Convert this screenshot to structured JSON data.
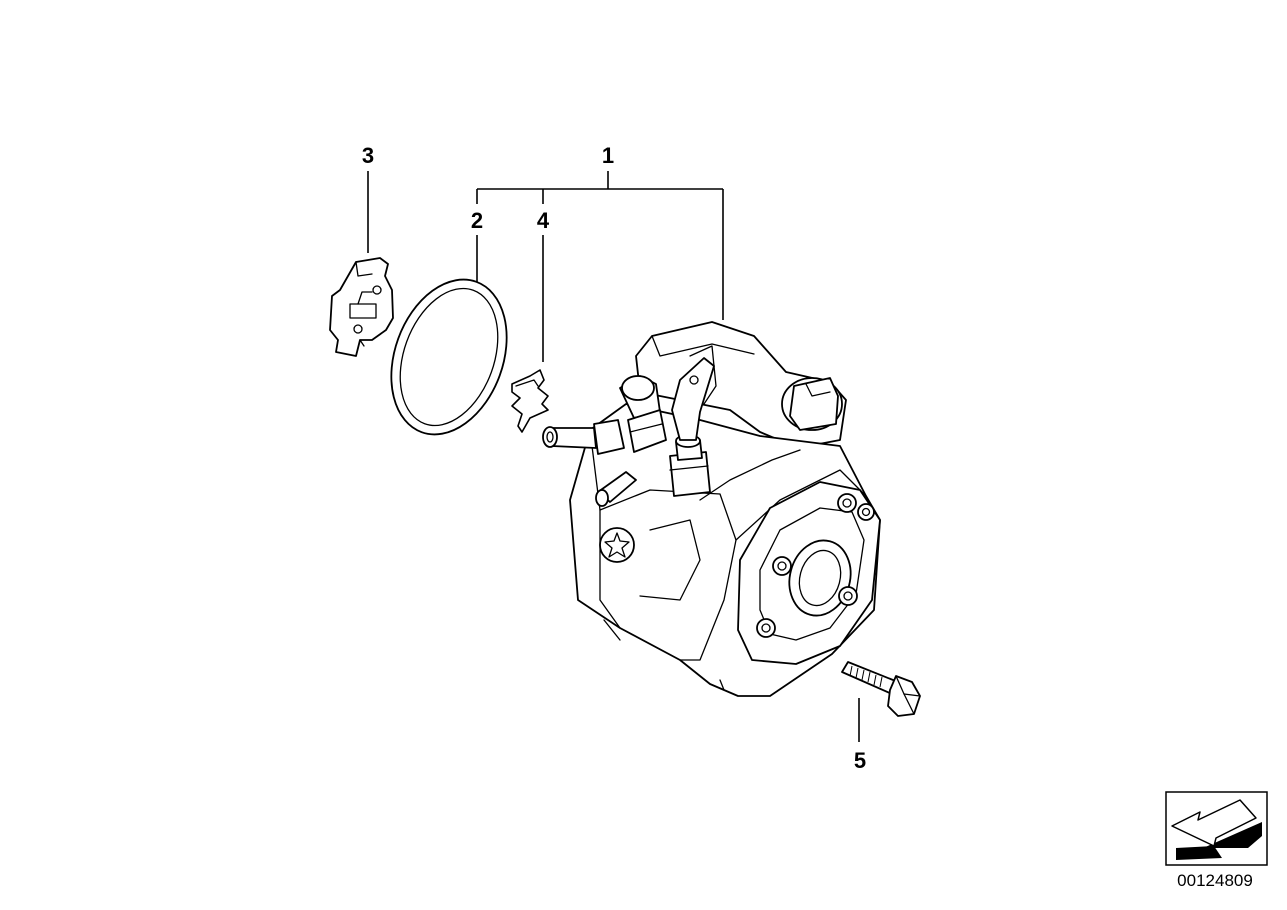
{
  "callouts": {
    "part_1": "1",
    "part_2": "2",
    "part_3": "3",
    "part_4": "4",
    "part_5": "5"
  },
  "diagram_id": "00124809",
  "icons": {
    "orientation": "direction-arrow-icon"
  }
}
